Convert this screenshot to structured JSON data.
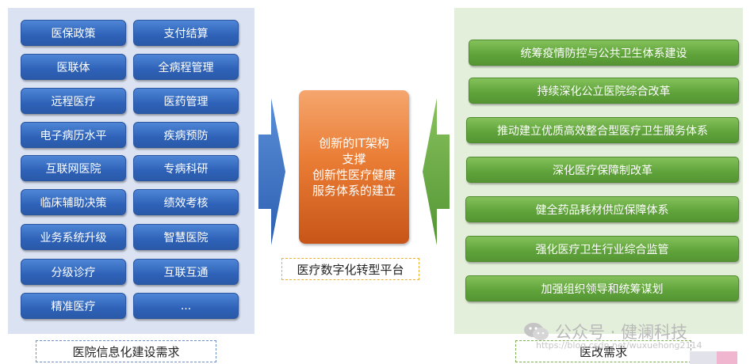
{
  "left_panel": {
    "items_col1": [
      "医保政策",
      "医联体",
      "远程医疗",
      "电子病历水平",
      "互联网医院",
      "临床辅助决策",
      "业务系统升级",
      "分级诊疗",
      "精准医疗"
    ],
    "items_col2": [
      "支付结算",
      "全病程管理",
      "医药管理",
      "疾病预防",
      "专病科研",
      "绩效考核",
      "智慧医院",
      "互联互通",
      "..."
    ],
    "caption": "医院信息化建设需求"
  },
  "center": {
    "line1": "创新的IT架构",
    "line2": "支撑",
    "line3": "创新性医疗健康",
    "line4": "服务体系的建立",
    "platform_label": "医疗数字化转型平台"
  },
  "right_panel": {
    "items": [
      "统筹疫情防控与公共卫生体系建设",
      "持续深化公立医院综合改革",
      "推动建立优质高效整合型医疗卫生服务体系",
      "深化医疗保障制改革",
      "健全药品耗材供应保障体系",
      "强化医疗卫生行业综合监管",
      "加强组织领导和统筹谋划"
    ],
    "caption": "医改需求"
  },
  "watermark": {
    "text": "公众号 · 健澜科技",
    "url": "https://blog.csdn.net/wuxuehong2114"
  },
  "colors": {
    "left_panel_bg": "#dbe3f3",
    "right_panel_bg": "#e3efda",
    "blue_button": "#2e62b8",
    "green_button": "#5fa23a",
    "center_orange": "#ea7d35"
  }
}
